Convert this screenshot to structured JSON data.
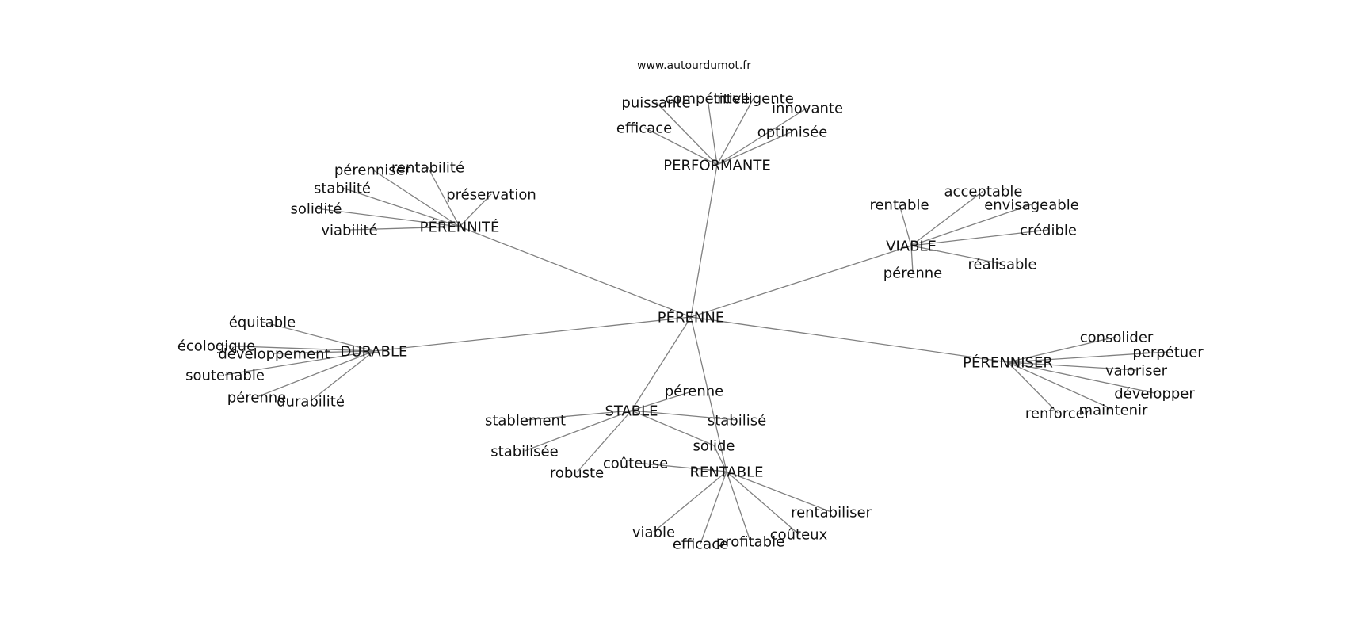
{
  "source": "www.autourdumot.fr",
  "center": {
    "id": "perenne",
    "label": "PÉRENNE"
  },
  "hubs": [
    {
      "id": "performante",
      "label": "PERFORMANTE",
      "words": [
        "puissante",
        "compétitive",
        "intelligente",
        "innovante",
        "efficace",
        "optimisée"
      ]
    },
    {
      "id": "perennite",
      "label": "PÉRENNITÉ",
      "words": [
        "pérenniser",
        "rentabilité",
        "stabilité",
        "préservation",
        "solidité",
        "viabilité"
      ]
    },
    {
      "id": "viable",
      "label": "VIABLE",
      "words": [
        "acceptable",
        "rentable",
        "envisageable",
        "crédible",
        "réalisable",
        "pérenne"
      ]
    },
    {
      "id": "durable",
      "label": "DURABLE",
      "words": [
        "équitable",
        "écologique",
        "développement",
        "soutenable",
        "pérenne",
        "durabilité"
      ]
    },
    {
      "id": "perenniser",
      "label": "PÉRENNISER",
      "words": [
        "consolider",
        "perpétuer",
        "valoriser",
        "développer",
        "maintenir",
        "renforcer"
      ]
    },
    {
      "id": "stable",
      "label": "STABLE",
      "words": [
        "pérenne",
        "stablement",
        "stabilisé",
        "stabilisée",
        "robuste"
      ]
    },
    {
      "id": "rentable",
      "label": "RENTABLE",
      "words": [
        "coûteuse",
        "rentabiliser",
        "viable",
        "efficace",
        "profitable",
        "coûteux"
      ]
    }
  ],
  "shared": [
    {
      "id": "solide",
      "label": "solide",
      "links": [
        "stable",
        "rentable"
      ]
    }
  ]
}
